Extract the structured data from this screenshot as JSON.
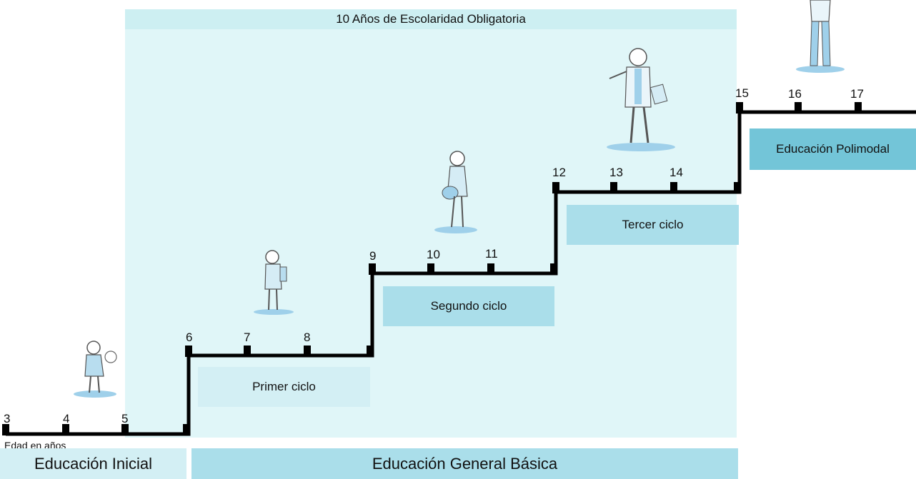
{
  "diagram": {
    "title": "10 Años de Escolaridad Obligatoria",
    "axis_label": "Edad en años",
    "levels": {
      "inicial": "Educación Inicial",
      "egb": "Educación General Básica",
      "polimodal": "Educación Polimodal"
    },
    "cycles": {
      "primer": "Primer ciclo",
      "segundo": "Segundo ciclo",
      "tercer": "Tercer ciclo"
    },
    "ages": [
      "3",
      "4",
      "5",
      "6",
      "7",
      "8",
      "9",
      "10",
      "11",
      "12",
      "13",
      "14",
      "15",
      "16",
      "17"
    ],
    "colors": {
      "line": "#000000",
      "band_light": "#e0f6f8",
      "box_light": "#d3eff4",
      "box_mid": "#aadeea",
      "box_dark": "#73c5d8",
      "figure": "#9fd0ea"
    },
    "figure_icons": [
      "child-icon",
      "child-icon",
      "child-icon",
      "child-icon",
      "teen-icon",
      "teen-icon"
    ]
  }
}
